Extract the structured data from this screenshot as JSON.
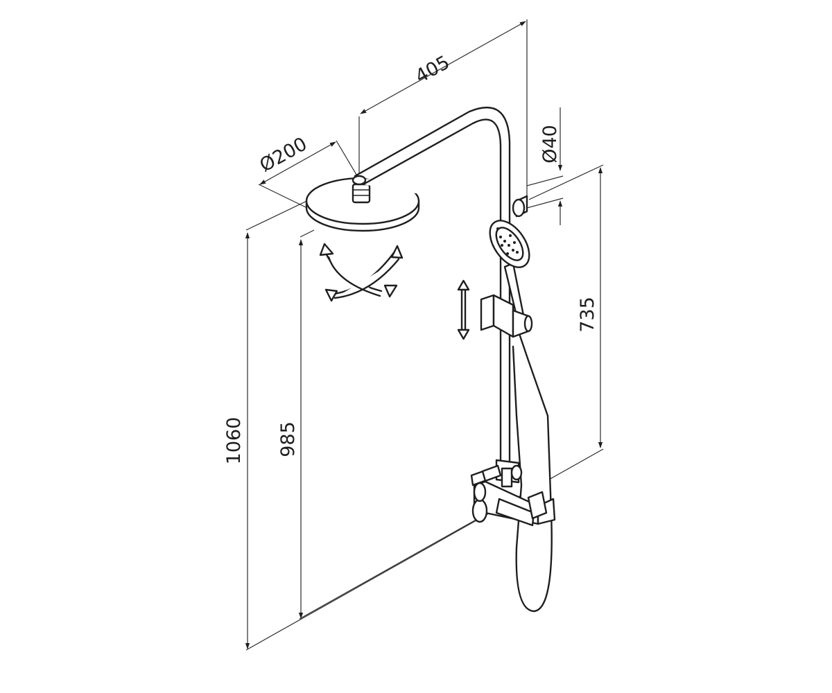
{
  "dimensions": {
    "arm_length": "405",
    "head_diameter": "Ø200",
    "rail_diameter": "Ø40",
    "rail_height": "735",
    "total_height": "1060",
    "head_height": "985"
  },
  "colors": {
    "line": "#1e1e1e",
    "background": "#ffffff"
  },
  "icons": [
    "rotation-arrows-icon",
    "vertical-adjust-arrow-icon"
  ]
}
